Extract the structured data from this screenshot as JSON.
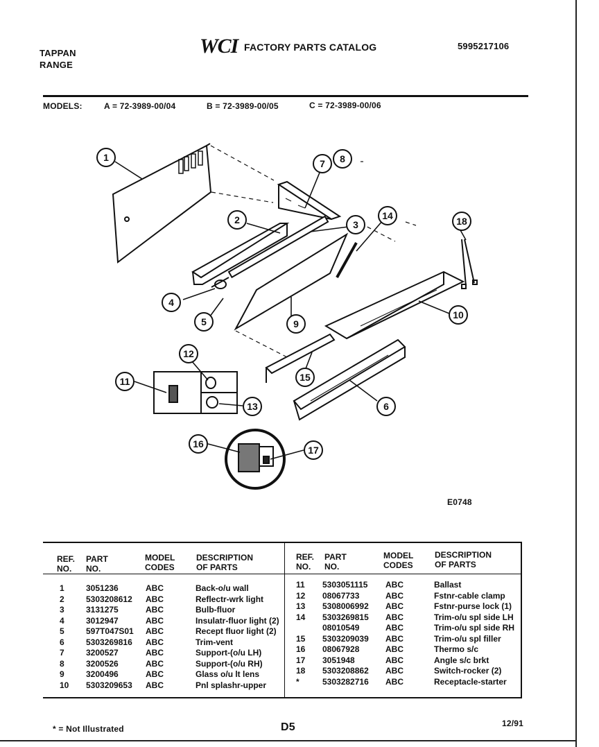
{
  "header": {
    "brand_line1": "TAPPAN",
    "brand_line2": "RANGE",
    "logo": "WCI",
    "catalog_title": "FACTORY PARTS CATALOG",
    "catalog_number": "5995217106"
  },
  "models": {
    "label": "MODELS:",
    "a": "A = 72-3989-00/04",
    "b": "B = 72-3989-00/05",
    "c": "C = 72-3989-00/06"
  },
  "diagram": {
    "code": "E0748",
    "callouts": [
      "1",
      "2",
      "3",
      "4",
      "5",
      "6",
      "7",
      "8",
      "9",
      "10",
      "11",
      "12",
      "13",
      "14",
      "15",
      "16",
      "17",
      "18"
    ]
  },
  "table": {
    "headers": {
      "ref_no": [
        "REF.",
        "NO."
      ],
      "part_no": [
        "PART",
        "NO."
      ],
      "model_codes": [
        "MODEL",
        "CODES"
      ],
      "description": [
        "DESCRIPTION",
        "OF PARTS"
      ]
    },
    "left_rows": [
      {
        "ref": "1",
        "part": "3051236",
        "codes": "ABC",
        "desc": "Back-o/u wall"
      },
      {
        "ref": "2",
        "part": "5303208612",
        "codes": "ABC",
        "desc": "Reflectr-wrk light"
      },
      {
        "ref": "3",
        "part": "3131275",
        "codes": "ABC",
        "desc": "Bulb-fluor"
      },
      {
        "ref": "4",
        "part": "3012947",
        "codes": "ABC",
        "desc": "Insulatr-fluor light (2)"
      },
      {
        "ref": "5",
        "part": "597T047S01",
        "codes": "ABC",
        "desc": "Recept fluor light (2)"
      },
      {
        "ref": "6",
        "part": "5303269816",
        "codes": "ABC",
        "desc": "Trim-vent"
      },
      {
        "ref": "7",
        "part": "3200527",
        "codes": "ABC",
        "desc": "Support-(o/u LH)"
      },
      {
        "ref": "8",
        "part": "3200526",
        "codes": "ABC",
        "desc": "Support-(o/u RH)"
      },
      {
        "ref": "9",
        "part": "3200496",
        "codes": "ABC",
        "desc": "Glass o/u lt lens"
      },
      {
        "ref": "10",
        "part": "5303209653",
        "codes": "ABC",
        "desc": "Pnl splashr-upper"
      }
    ],
    "right_rows": [
      {
        "ref": "11",
        "part": "5303051115",
        "codes": "ABC",
        "desc": "Ballast"
      },
      {
        "ref": "12",
        "part": "08067733",
        "codes": "ABC",
        "desc": "Fstnr-cable clamp"
      },
      {
        "ref": "13",
        "part": "5308006992",
        "codes": "ABC",
        "desc": "Fstnr-purse lock (1)"
      },
      {
        "ref": "14",
        "part": "5303269815",
        "codes": "ABC",
        "desc": "Trim-o/u spl side LH"
      },
      {
        "ref": "",
        "part": "08010549",
        "codes": "ABC",
        "desc": "Trim-o/u spl side RH"
      },
      {
        "ref": "15",
        "part": "5303209039",
        "codes": "ABC",
        "desc": "Trim-o/u spl filler"
      },
      {
        "ref": "16",
        "part": "08067928",
        "codes": "ABC",
        "desc": "Thermo s/c"
      },
      {
        "ref": "17",
        "part": "3051948",
        "codes": "ABC",
        "desc": "Angle s/c brkt"
      },
      {
        "ref": "18",
        "part": "5303208862",
        "codes": "ABC",
        "desc": "Switch-rocker (2)"
      },
      {
        "ref": "*",
        "part": "5303282716",
        "codes": "ABC",
        "desc": "Receptacle-starter"
      }
    ]
  },
  "footer": {
    "note": "* = Not Illustrated",
    "page": "D5",
    "date": "12/91"
  }
}
